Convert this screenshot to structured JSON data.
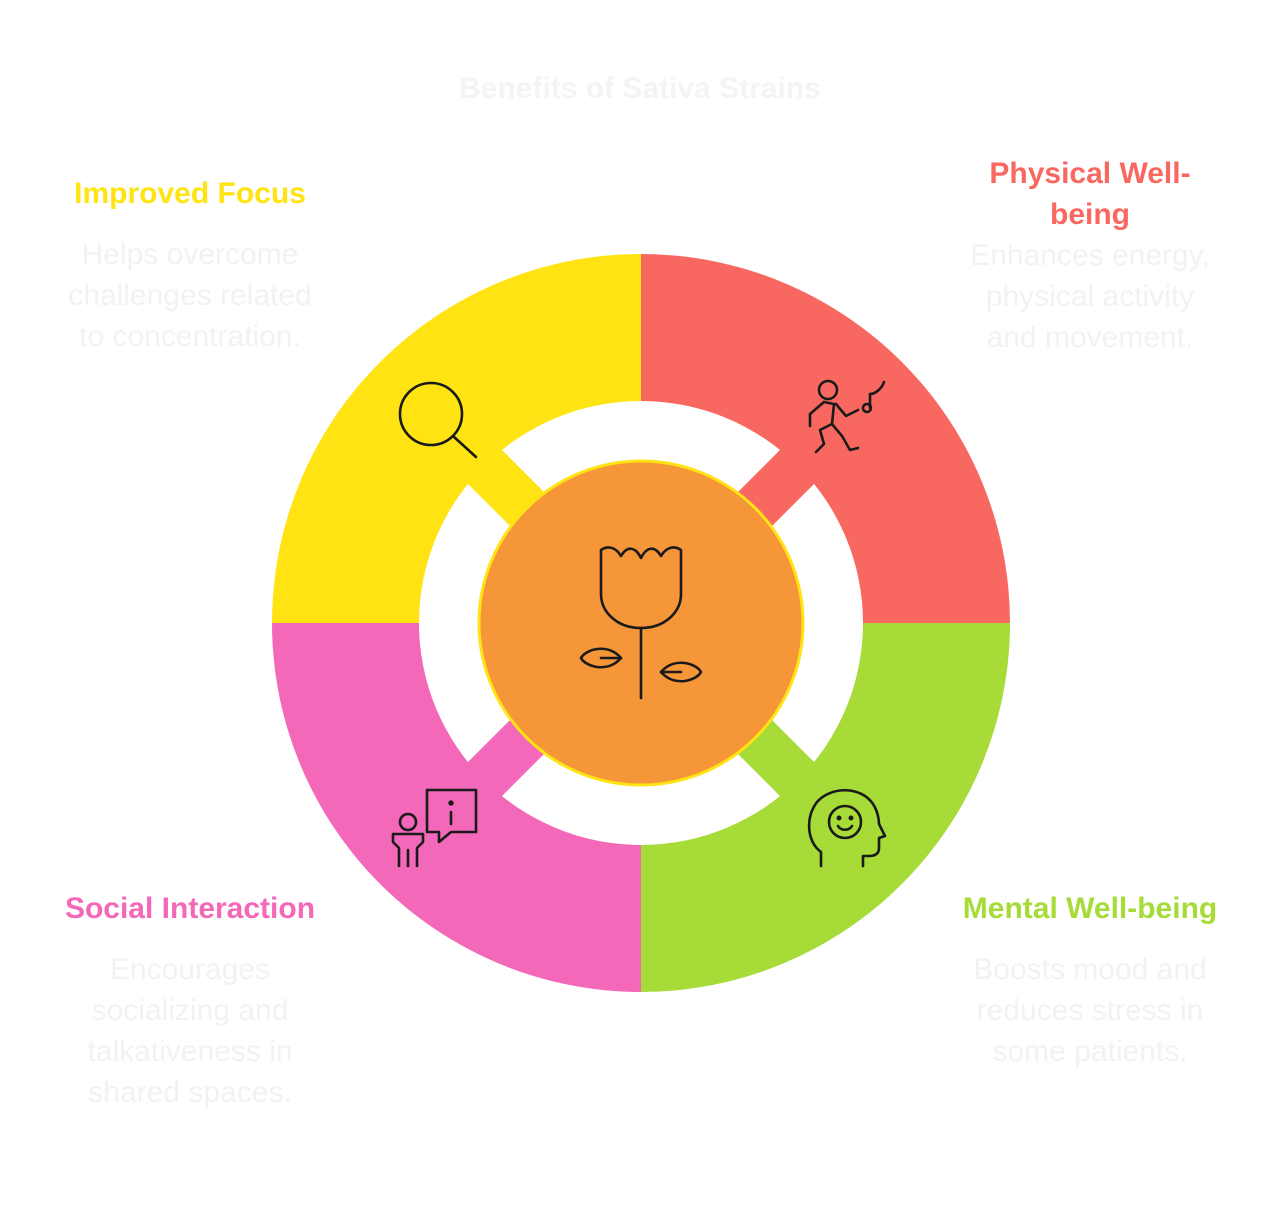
{
  "title": "Benefits of Sativa Strains",
  "colors": {
    "focus": "#FFE312",
    "physical": "#F96860",
    "social": "#F468BA",
    "mental": "#A6DB38",
    "center": "#F59638",
    "center_border": "#FFE312"
  },
  "segments": {
    "focus": {
      "heading": "Improved Focus",
      "desc_lines": [
        "Helps overcome",
        "challenges related",
        "to concentration."
      ],
      "icon": "magnifier-icon"
    },
    "physical": {
      "heading_lines": [
        "Physical Well-",
        "being"
      ],
      "desc_lines": [
        "Enhances energy,",
        "physical activity",
        "and movement."
      ],
      "icon": "dancing-person-music-icon"
    },
    "social": {
      "heading": "Social Interaction",
      "desc_lines": [
        "Encourages",
        "socializing and",
        "talkativeness in",
        "shared spaces."
      ],
      "icon": "person-speech-bubble-icon"
    },
    "mental": {
      "heading": "Mental Well-being",
      "desc_lines": [
        "Boosts mood and",
        "reduces stress in",
        "some patients."
      ],
      "icon": "smiling-head-icon"
    }
  },
  "center": {
    "icon": "tulip-icon"
  }
}
